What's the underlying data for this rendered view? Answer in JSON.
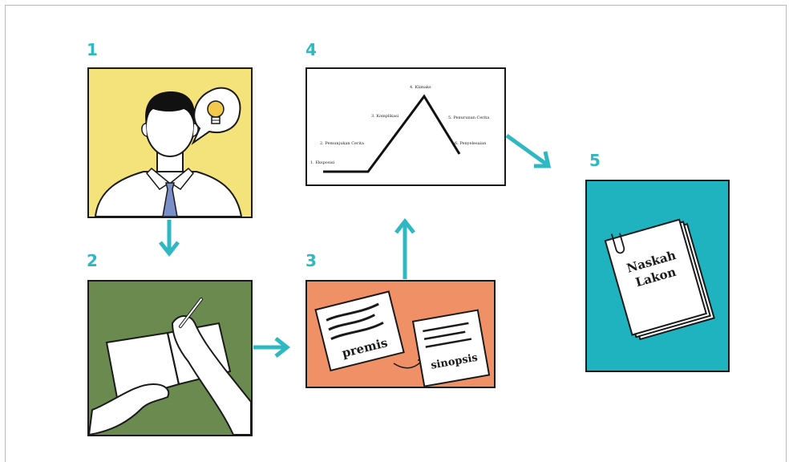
{
  "colors": {
    "accent": "#2fb8c2",
    "panel1_bg": "#f4e27a",
    "panel2_bg": "#6a8a4f",
    "panel3_bg": "#f09067",
    "panel5_bg": "#1fb3c0"
  },
  "steps": [
    {
      "number": "1",
      "icon": "idea-person-illustration"
    },
    {
      "number": "2",
      "icon": "writing-notebook-illustration"
    },
    {
      "number": "3",
      "icon": "premise-synopsis-illustration"
    },
    {
      "number": "4",
      "icon": "plot-structure-diagram"
    },
    {
      "number": "5",
      "icon": "script-document-illustration"
    }
  ],
  "panel3": {
    "paper_left_label": "premis",
    "paper_right_label": "sinopsis"
  },
  "panel4": {
    "plot_points": [
      "1. Eksposisi",
      "2. Pemunjukan Cerita",
      "3. Komplikasi",
      "4. Klimaks",
      "5. Penurunan Cerita",
      "6. Penyelesaian"
    ]
  },
  "panel5": {
    "doc_line1": "Naskah",
    "doc_line2": "Lakon"
  }
}
